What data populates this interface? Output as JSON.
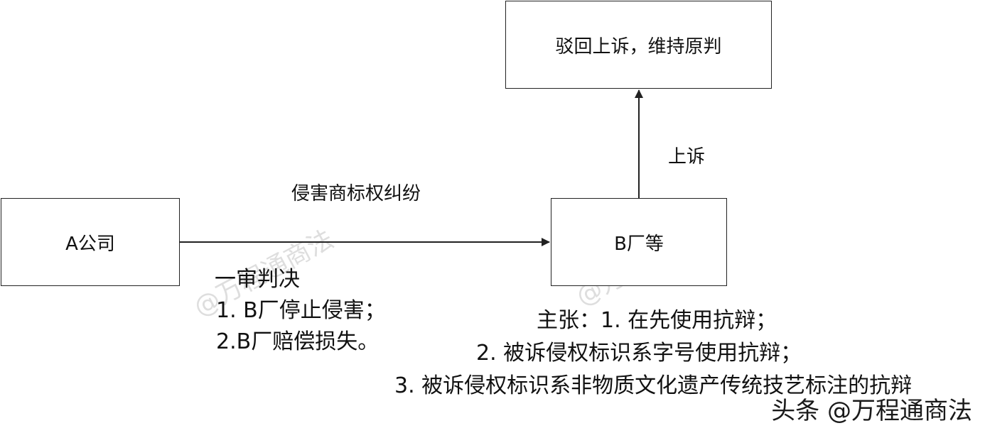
{
  "nodes": {
    "company_a": "A公司",
    "factory_b": "B厂等",
    "result": "驳回上诉，维持原判"
  },
  "edges": {
    "dispute": "侵害商标权纠纷",
    "appeal": "上诉"
  },
  "judgment": {
    "title": "一审判决",
    "items": [
      "1. B厂停止侵害；",
      "2.B厂赔偿损失。"
    ]
  },
  "claims": {
    "lines": [
      "主张：1. 在先使用抗辩；",
      "2. 被诉侵权标识系字号使用抗辩；",
      "3. 被诉侵权标识系非物质文化遗产传统技艺标注的抗辩"
    ]
  },
  "watermarks": {
    "diagram": "@万程通商法",
    "footer": "头条 @万程通商法"
  },
  "colors": {
    "stroke": "#222222",
    "text": "#111111",
    "background": "#ffffff"
  }
}
